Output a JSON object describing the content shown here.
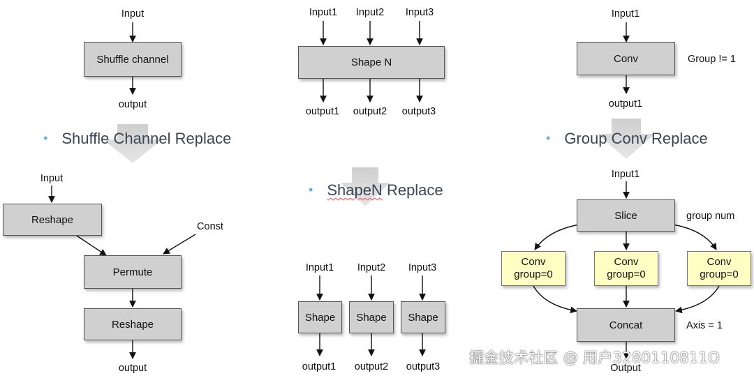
{
  "shuffle": {
    "top_input": "Input",
    "top_box": "Shuffle channel",
    "top_output": "output",
    "heading": "Shuffle Channel Replace",
    "input": "Input",
    "reshape1": "Reshape",
    "const": "Const",
    "permute": "Permute",
    "reshape2": "Reshape",
    "output": "output"
  },
  "shapen": {
    "inputs": [
      "Input1",
      "Input2",
      "Input3"
    ],
    "box": "Shape N",
    "outputs": [
      "output1",
      "output2",
      "output3"
    ],
    "heading": "ShapeN Replace",
    "bottom_inputs": [
      "Input1",
      "Input2",
      "Input3"
    ],
    "bottom_boxes": [
      "Shape",
      "Shape",
      "Shape"
    ],
    "bottom_outputs": [
      "output1",
      "output2",
      "output3"
    ]
  },
  "groupconv": {
    "top_input": "Input1",
    "top_box": "Conv",
    "group_note": "Group != 1",
    "top_output": "output1",
    "heading": "Group Conv Replace",
    "input": "Input1",
    "slice": "Slice",
    "group_num": "group num",
    "convs": [
      {
        "line1": "Conv",
        "line2": "group=0"
      },
      {
        "line1": "Conv",
        "line2": "group=0"
      },
      {
        "line1": "Conv",
        "line2": "group=0"
      }
    ],
    "concat": "Concat",
    "axis_note": "Axis = 1",
    "output": "Output"
  },
  "watermark": "掘金技术社区 @ 用户3280110811O"
}
